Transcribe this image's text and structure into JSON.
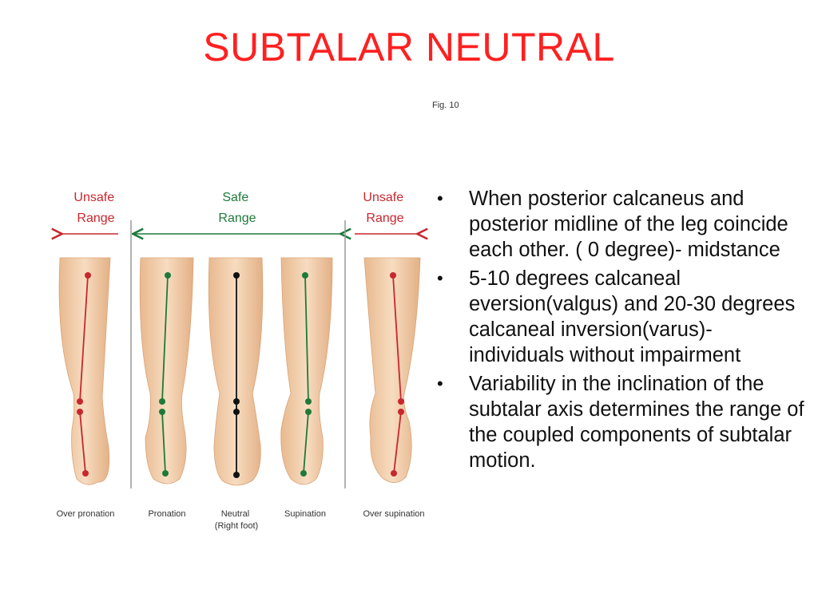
{
  "slide": {
    "title": "SUBTALAR NEUTRAL"
  },
  "figure": {
    "label": "Fig. 10",
    "ranges": {
      "unsafe_left": [
        "Unsafe",
        "Range"
      ],
      "safe": [
        "Safe",
        "Range"
      ],
      "unsafe_right": [
        "Unsafe",
        "Range"
      ]
    },
    "feet": [
      {
        "caption": [
          "Over pronation"
        ],
        "color": "#c8272e"
      },
      {
        "caption": [
          "Pronation"
        ],
        "color": "#1e7a3a"
      },
      {
        "caption": [
          "Neutral",
          "(Right foot)"
        ],
        "color": "#111111"
      },
      {
        "caption": [
          "Supination"
        ],
        "color": "#1e7a3a"
      },
      {
        "caption": [
          "Over supination"
        ],
        "color": "#c8272e"
      }
    ],
    "colors": {
      "unsafe": "#c8272e",
      "safe": "#1e7a3a",
      "neutral": "#111111",
      "skin": "#f0c8a0"
    }
  },
  "bullets": [
    "When posterior calcaneus and posterior midline of the leg coincide each other. ( 0 degree)- midstance",
    "5-10 degrees calcaneal eversion(valgus) and 20-30 degrees calcaneal inversion(varus)- individuals without impairment",
    "Variability in the inclination of the subtalar axis determines the range of the coupled components of subtalar motion."
  ],
  "bullet_symbol": "•"
}
